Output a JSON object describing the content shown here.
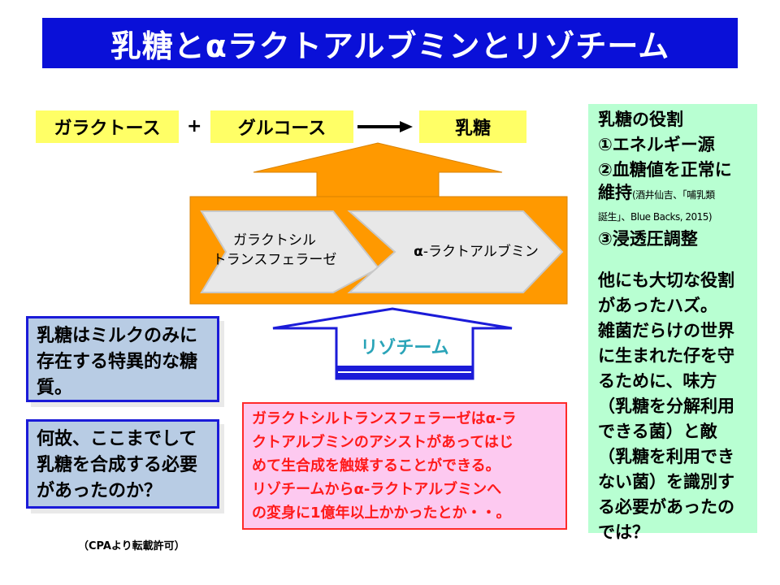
{
  "title": "乳糖とαラクトアルブミンとリゾチーム",
  "reaction": {
    "galactose": "ガラクトース",
    "plus": "+",
    "glucose": "グルコース",
    "lactose": "乳糖"
  },
  "enzyme_chain": {
    "transferase": [
      "ガラクトシル",
      "トランスフェラーゼ"
    ],
    "alpha_lactalbumin_prefix": "α",
    "alpha_lactalbumin_rest": "-ラクトアルブミン"
  },
  "lysozyme": "リゾチーム",
  "left_boxes": {
    "box1": "乳糖はミルクのみに存在する特異的な糖質。",
    "box2": "何故、ここまでして乳糖を合成する必要があったのか？"
  },
  "pink_box": {
    "lines": [
      "ガラクトシルトランスフェラーゼはα-ラ",
      "クトアルブミンのアシストがあってはじ",
      "めて生合成を触媒することができる。",
      "リゾチームからα-ラクトアルブミンへ",
      "の変身に1億年以上かかったとか・・。"
    ]
  },
  "green_box": {
    "heading": "乳糖の役割",
    "role1": "①エネルギー源",
    "role2_a": "②血糖値を正常に",
    "role2_b": "維持",
    "citation_a": "(酒井仙吉、「哺乳類",
    "citation_b": "誕生」、Blue Backs, 2015)",
    "role3": "③浸透圧調整",
    "other_a": "他にも大切な役割",
    "other_b": "があったハズ。",
    "body": "雑菌だらけの世界に生まれた仔を守るために、味方（乳糖を分解利用できる菌）と敵（乳糖を利用できない菌）を識別する必要があったのでは？"
  },
  "credit": "（CPAより転載許可）",
  "colors": {
    "title_bg": "#0a10d8",
    "orange": "#ff9900",
    "yellow": "#ffff66",
    "blue_box": "#b8cce4",
    "pink_box": "#fdc9f0",
    "green_box": "#b8ffd2",
    "lysozyme_text": "#2aa4b8"
  }
}
